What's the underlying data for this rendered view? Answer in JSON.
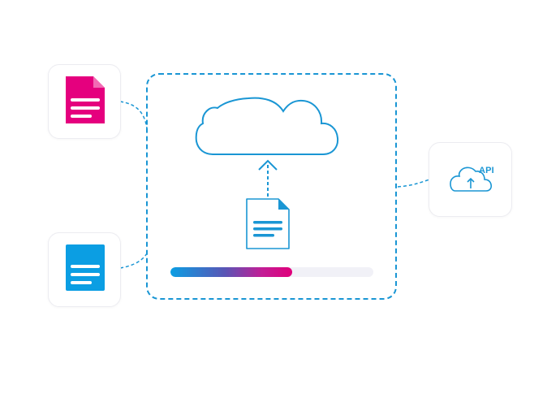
{
  "colors": {
    "accent_blue": "#1a96d4",
    "doc_pink": "#e5007e",
    "doc_blue": "#0b9ee3",
    "card_border": "#ececf1",
    "progress_track": "#f1f1f7"
  },
  "icons": {
    "source_doc_1": "document-icon-pink",
    "source_doc_2": "document-icon-blue",
    "cloud": "cloud-icon",
    "upload_arrow": "arrow-up-icon",
    "uploading_doc": "document-icon-outline",
    "api": "cloud-upload-icon"
  },
  "api": {
    "label": "API"
  },
  "progress": {
    "value": 0.6
  }
}
